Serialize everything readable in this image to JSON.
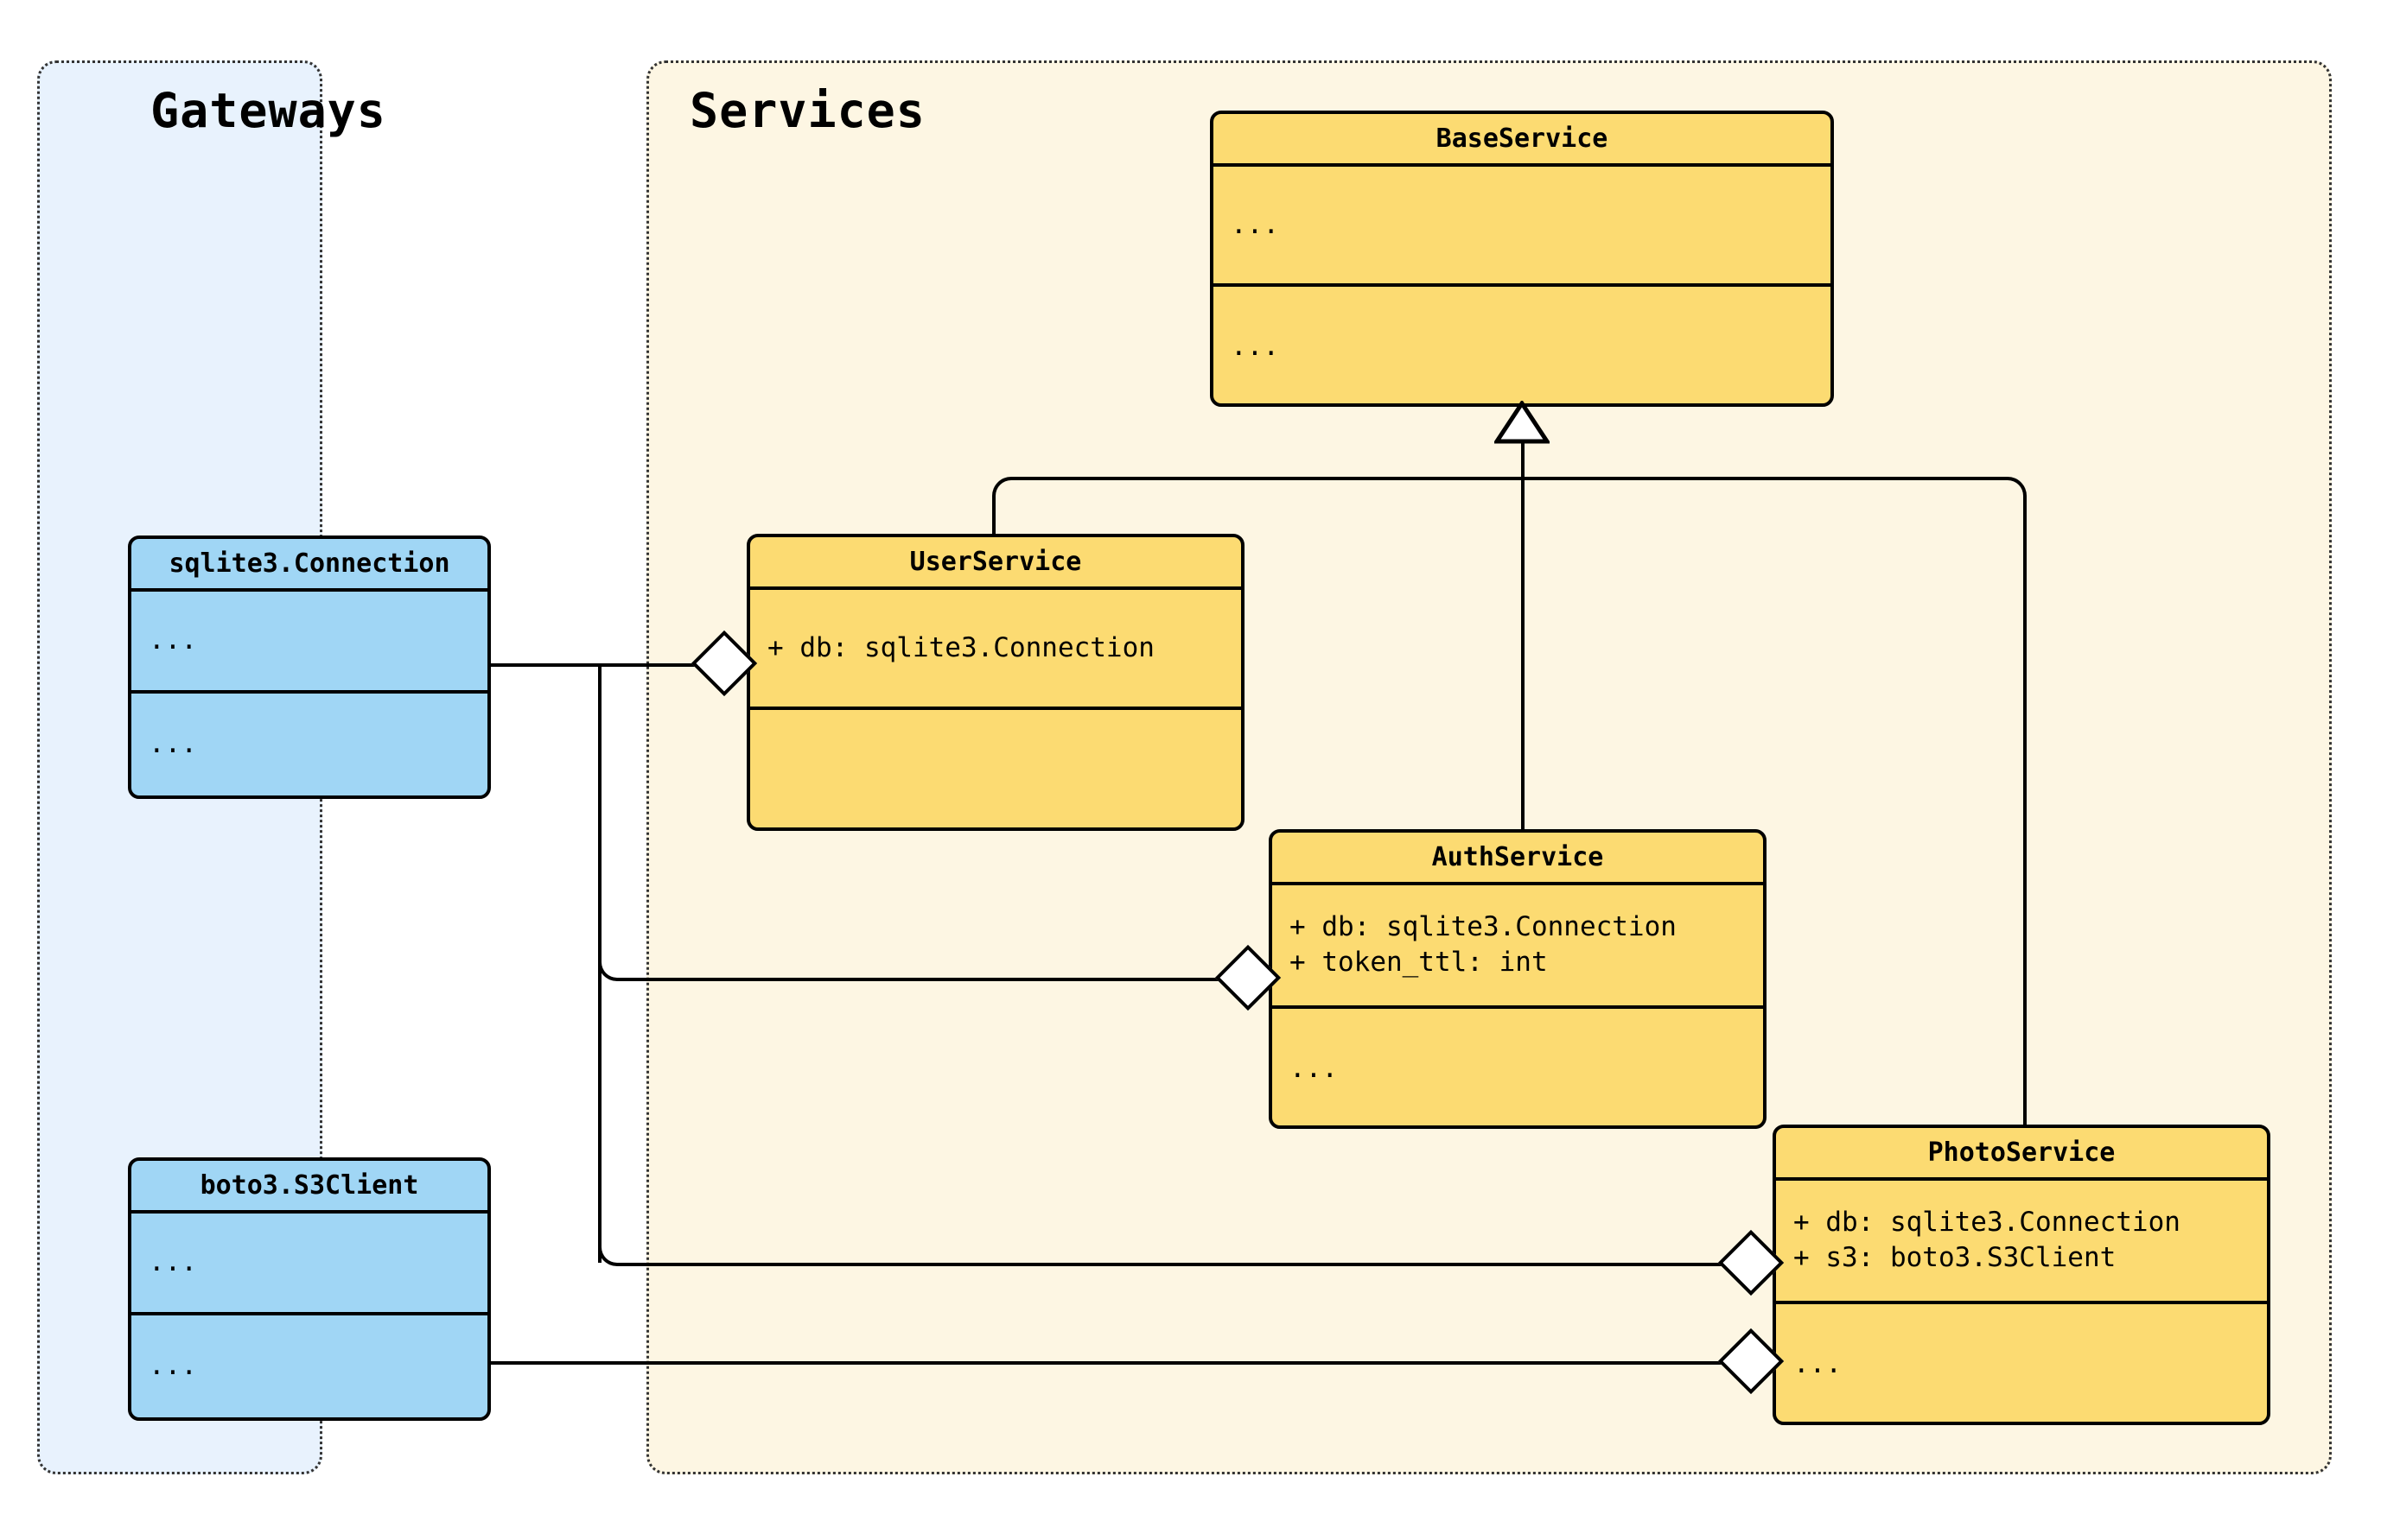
{
  "diagram": {
    "kind": "uml-class-diagram",
    "colors": {
      "gateway_fill": "#a0d6f5",
      "service_fill": "#fcdb72",
      "gateways_package_bg": "#e8f2fd",
      "services_package_bg": "#fdf6e3",
      "stroke": "#000000",
      "diamond_fill": "#ffffff",
      "page_bg": "#ffffff"
    }
  },
  "packages": [
    {
      "id": "gateways",
      "title": "Gateways"
    },
    {
      "id": "services",
      "title": "Services"
    }
  ],
  "classes": {
    "sqlite_connection": {
      "name": "sqlite3.Connection",
      "attributes": "...",
      "methods": "..."
    },
    "boto3_s3client": {
      "name": "boto3.S3Client",
      "attributes": "...",
      "methods": "..."
    },
    "base_service": {
      "name": "BaseService",
      "attributes": "...",
      "methods": "..."
    },
    "user_service": {
      "name": "UserService",
      "attributes": "+ db: sqlite3.Connection",
      "methods": ""
    },
    "auth_service": {
      "name": "AuthService",
      "attributes": "+ db: sqlite3.Connection\n+ token_ttl: int",
      "methods": "..."
    },
    "photo_service": {
      "name": "PhotoService",
      "attributes": "+ db: sqlite3.Connection\n+ s3: boto3.S3Client",
      "methods": "..."
    }
  },
  "relationships": [
    {
      "type": "generalization",
      "from": "UserService",
      "to": "BaseService"
    },
    {
      "type": "generalization",
      "from": "AuthService",
      "to": "BaseService"
    },
    {
      "type": "generalization",
      "from": "PhotoService",
      "to": "BaseService"
    },
    {
      "type": "aggregation",
      "from": "sqlite3.Connection",
      "to": "UserService",
      "role": "db"
    },
    {
      "type": "aggregation",
      "from": "sqlite3.Connection",
      "to": "AuthService",
      "role": "db"
    },
    {
      "type": "aggregation",
      "from": "sqlite3.Connection",
      "to": "PhotoService",
      "role": "db"
    },
    {
      "type": "aggregation",
      "from": "boto3.S3Client",
      "to": "PhotoService",
      "role": "s3"
    }
  ]
}
